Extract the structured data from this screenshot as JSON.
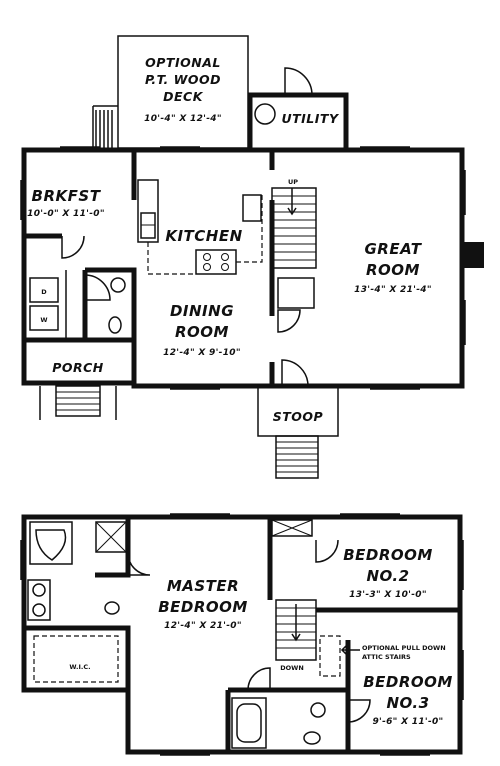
{
  "first_floor": {
    "deck": {
      "line1": "OPTIONAL",
      "line2": "P.T. WOOD",
      "line3": "DECK",
      "dims": "10'-4\" X 12'-4\""
    },
    "utility": {
      "label": "UTILITY"
    },
    "brkfst": {
      "label": "BRKFST",
      "dims": "10'-0\" X 11'-0\""
    },
    "kitchen": {
      "label": "KITCHEN"
    },
    "great_room": {
      "line1": "GREAT",
      "line2": "ROOM",
      "dims": "13'-4\" X 21'-4\""
    },
    "dining_room": {
      "line1": "DINING",
      "line2": "ROOM",
      "dims": "12'-4\" X 9'-10\""
    },
    "porch": {
      "label": "PORCH"
    },
    "stoop": {
      "label": "STOOP"
    },
    "stairs_up": "UP",
    "dryer": "D",
    "washer": "W"
  },
  "second_floor": {
    "master": {
      "line1": "MASTER",
      "line2": "BEDROOM",
      "dims": "12'-4\" X 21'-0\""
    },
    "bedroom2": {
      "line1": "BEDROOM",
      "line2": "NO.2",
      "dims": "13'-3\" X 10'-0\""
    },
    "bedroom3": {
      "line1": "BEDROOM",
      "line2": "NO.3",
      "dims": "9'-6\" X 11'-0\""
    },
    "wic": "W.I.C.",
    "stairs_down": "DOWN",
    "attic_note_line1": "OPTIONAL PULL DOWN",
    "attic_note_line2": "ATTIC STAIRS"
  }
}
